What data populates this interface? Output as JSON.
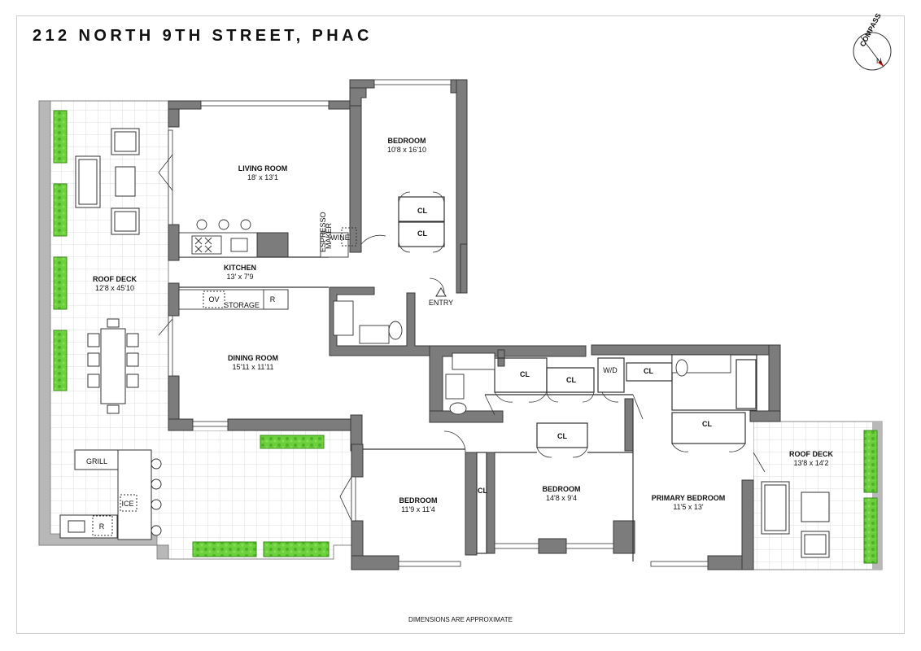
{
  "title": "212 NORTH 9TH STREET, PHAC",
  "footer": "DIMENSIONS ARE APPROXIMATE",
  "compass_label": "COMPASS",
  "compass_north": "N",
  "rooms": {
    "bedroom_top": {
      "name": "BEDROOM",
      "dims": "10'8 x 16'10"
    },
    "living": {
      "name": "LIVING ROOM",
      "dims": "18' x 13'1"
    },
    "kitchen": {
      "name": "KITCHEN",
      "dims": "13' x 7'9"
    },
    "dining": {
      "name": "DINING ROOM",
      "dims": "15'11 x 11'11"
    },
    "roof_deck_left": {
      "name": "ROOF DECK",
      "dims": "12'8 x 45'10"
    },
    "roof_deck_right": {
      "name": "ROOF DECK",
      "dims": "13'8 x 14'2"
    },
    "bedroom_left": {
      "name": "BEDROOM",
      "dims": "11'9 x 11'4"
    },
    "bedroom_mid": {
      "name": "BEDROOM",
      "dims": "14'8 x 9'4"
    },
    "primary": {
      "name": "PRIMARY BEDROOM",
      "dims": "11'5 x 13'"
    }
  },
  "labels": {
    "entry": "ENTRY",
    "closet": "CL",
    "wd": "W/D",
    "wine": "WINE",
    "espresso_1": "ESPRESSO",
    "espresso_2": "MAKER",
    "oven": "OV",
    "storage": "STORAGE",
    "refrigerator": "R",
    "grill": "GRILL",
    "ice": "ICE"
  },
  "colors": {
    "wall": "#7c7c7c",
    "wall_stroke": "#3a3a3a",
    "planter": "#6ccf3c",
    "grid": "#dcdcdc",
    "line": "#333333"
  }
}
